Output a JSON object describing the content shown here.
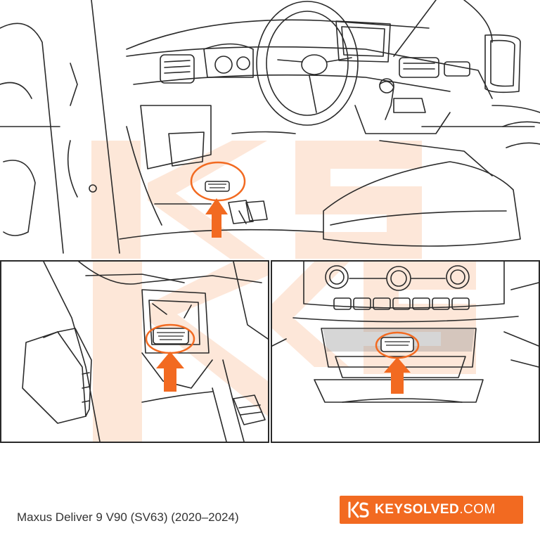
{
  "caption": "Maxus Deliver 9 V90 (SV63) (2020–2024)",
  "brand": {
    "name": "KEYSOLVED",
    "tld": ".COM",
    "color": "#f26a21"
  },
  "colors": {
    "accent": "#f26a21",
    "watermark": "#fde3d2",
    "line": "#2a2a2a"
  },
  "icons": [
    "obd-port-icon",
    "arrow-up-icon",
    "keysolved-logo-icon"
  ]
}
